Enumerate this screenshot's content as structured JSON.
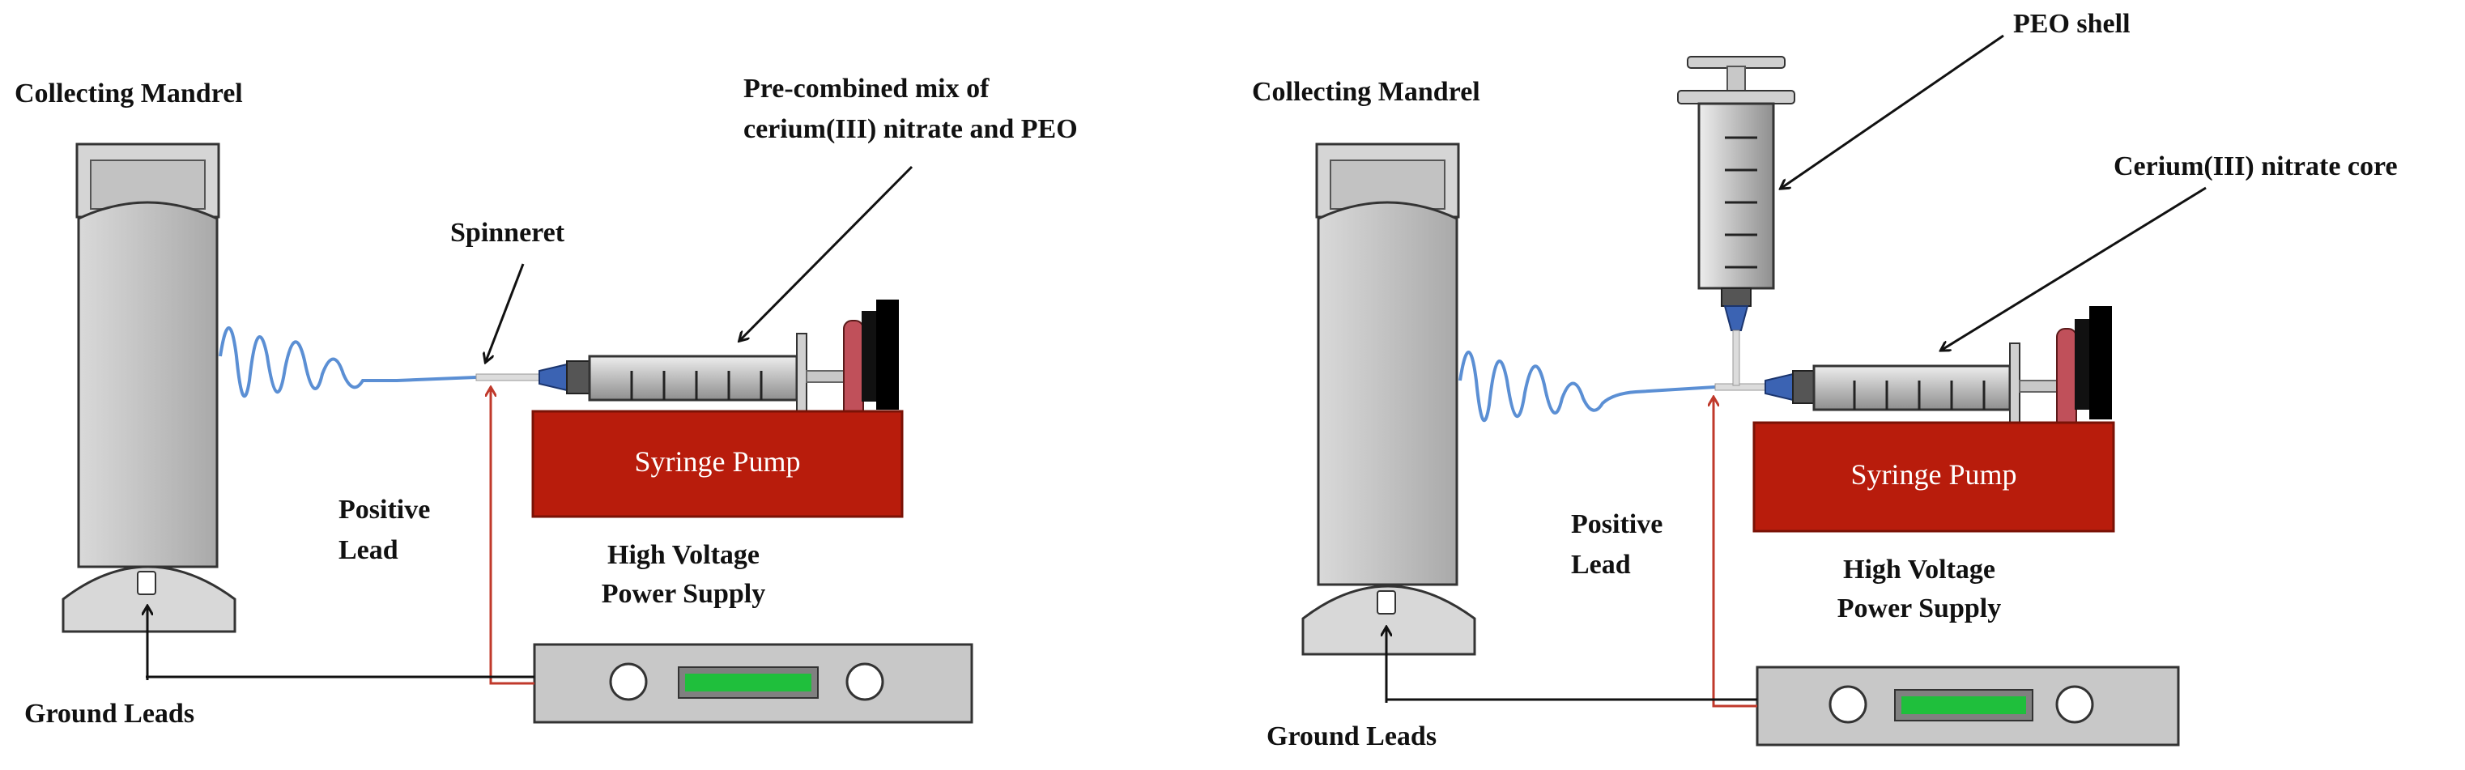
{
  "colors": {
    "pump_red": "#b81c0c",
    "pump_red_dark": "#7a1206",
    "lead_red": "#c0392b",
    "fiber_blue": "#5b8fd4",
    "device_gray": "#c8c8c8",
    "display_green": "#1fbf3c",
    "outline": "#333333"
  },
  "icons": [
    "collecting-mandrel-icon",
    "syringe-icon",
    "syringe-pump-icon",
    "power-supply-icon",
    "fiber-jet-icon"
  ],
  "left_panel": {
    "collecting_mandrel": "Collecting Mandrel",
    "spinneret": "Spinneret",
    "mix_line1": "Pre-combined mix of",
    "mix_line2": "cerium(III) nitrate and PEO",
    "positive_lead_line1": "Positive",
    "positive_lead_line2": "Lead",
    "hv_line1": "High Voltage",
    "hv_line2": "Power Supply",
    "syringe_pump": "Syringe Pump",
    "ground_leads": "Ground Leads"
  },
  "right_panel": {
    "collecting_mandrel": "Collecting Mandrel",
    "peo_shell": "PEO shell",
    "core": "Cerium(III) nitrate core",
    "positive_lead_line1": "Positive",
    "positive_lead_line2": "Lead",
    "hv_line1": "High Voltage",
    "hv_line2": "Power Supply",
    "syringe_pump": "Syringe Pump",
    "ground_leads": "Ground Leads"
  }
}
